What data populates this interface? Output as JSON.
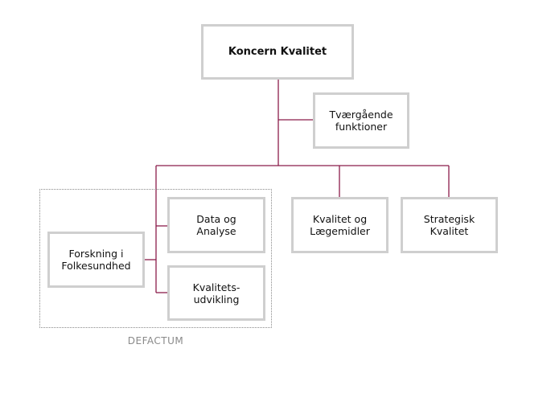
{
  "colors": {
    "connector": "#8b1c4a",
    "box_border": "#cfcfcf",
    "group_border": "#8a8a8a",
    "group_label": "#8a8a8a"
  },
  "diagram": {
    "root": "Koncern Kvalitet",
    "staff": "Tværgående\nfunktioner",
    "children": {
      "data_analyse": "Data og\nAnalyse",
      "kvalitetsudvikling": "Kvalitets-\nudvikling",
      "forskning": "Forskning i\nFolkesundhed",
      "kvalitet_laegemidler": "Kvalitet og\nLægemidler",
      "strategisk_kvalitet": "Strategisk\nKvalitet"
    },
    "group_label": "DEFACTUM"
  }
}
